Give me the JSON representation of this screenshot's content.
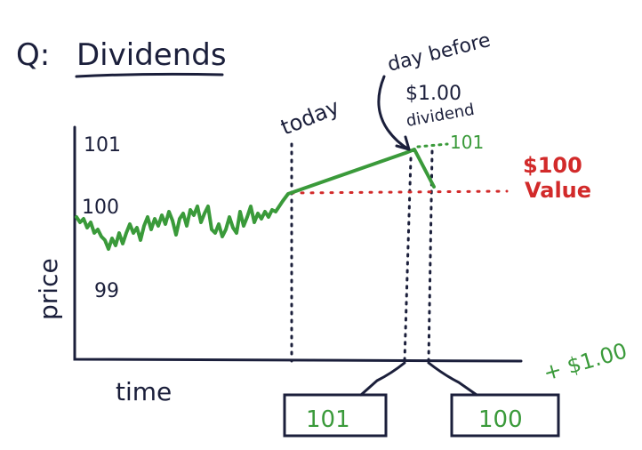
{
  "title": {
    "prefix": "Q:",
    "text": "Dividends"
  },
  "axes": {
    "y_label": "price",
    "x_label": "time",
    "ticks": [
      "101",
      "100",
      "99"
    ]
  },
  "annotations": {
    "today": "today",
    "day_before_line1": "day before",
    "day_before_line2": "$1.00",
    "day_before_line3": "dividend",
    "peak_value": "101",
    "value_line1": "$100",
    "value_line2": "Value",
    "plus_dividend": "+ $1.00"
  },
  "boxes": [
    {
      "label": "101"
    },
    {
      "label": "100"
    }
  ],
  "colors": {
    "ink": "#1b1f3b",
    "green": "#3a9a3a",
    "red": "#d22a2a"
  }
}
